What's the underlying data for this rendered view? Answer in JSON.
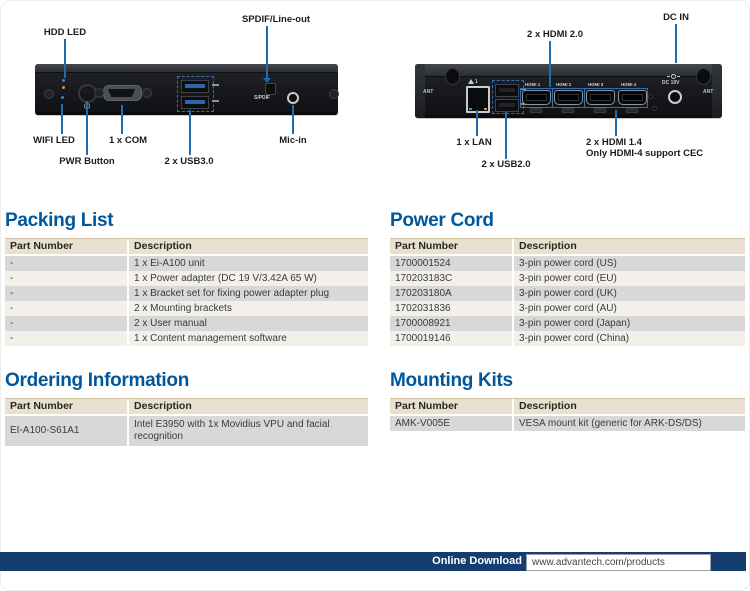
{
  "colors": {
    "title_blue": "#00579c",
    "callout_blue": "#1f6dae",
    "table_header_bg": "#e9e1d0",
    "row_gray": "#d8d8d8",
    "row_light": "#f2f0e9",
    "footer_navy": "#153e6f",
    "usb3_blue": "#2a66ad"
  },
  "front": {
    "callouts": {
      "hdd_led": "HDD LED",
      "spdif": "SPDIF/Line-out",
      "wifi_led": "WIFI LED",
      "com": "1 x COM",
      "pwr": "PWR Button",
      "usb3": "2 x USB3.0",
      "mic": "Mic-in"
    },
    "ports": {
      "spdif_text": "S/PDIF"
    }
  },
  "rear": {
    "callouts": {
      "hdmi20": "2 x HDMI 2.0",
      "dcin": "DC IN",
      "lan": "1 x LAN",
      "usb2": "2 x USB2.0",
      "hdmi14_line1": "2 x HDMI 1.4",
      "hdmi14_line2": "Only HDMI-4 support CEC"
    },
    "ports": {
      "ant_left": "ANT",
      "ant_right": "ANT",
      "lan_num": "1",
      "hdmi1": "HDMI 1",
      "hdmi2": "HDMI 2",
      "hdmi3": "HDMI 3",
      "hdmi4": "HDMI 4",
      "dc": "DC 19V"
    }
  },
  "sections": {
    "packing": {
      "title": "Packing List",
      "col_part": "Part Number",
      "col_desc": "Description",
      "rows": [
        {
          "part": "-",
          "desc": "1 x Ei-A100 unit"
        },
        {
          "part": "-",
          "desc": "1 x Power adapter (DC 19 V/3.42A 65 W)"
        },
        {
          "part": "-",
          "desc": "1 x Bracket set for fixing power adapter plug"
        },
        {
          "part": "-",
          "desc": "2 x Mounting brackets"
        },
        {
          "part": "-",
          "desc": "2 x User manual"
        },
        {
          "part": "-",
          "desc": "1 x Content management software"
        }
      ]
    },
    "power": {
      "title": "Power Cord",
      "col_part": "Part Number",
      "col_desc": "Description",
      "rows": [
        {
          "part": "1700001524",
          "desc": "3-pin power cord (US)"
        },
        {
          "part": "170203183C",
          "desc": "3-pin power cord (EU)"
        },
        {
          "part": "170203180A",
          "desc": "3-pin power cord (UK)"
        },
        {
          "part": "1702031836",
          "desc": "3-pin power cord (AU)"
        },
        {
          "part": "1700008921",
          "desc": "3-pin power cord (Japan)"
        },
        {
          "part": "1700019146",
          "desc": "3-pin power cord (China)"
        }
      ]
    },
    "ordering": {
      "title": "Ordering Information",
      "col_part": "Part Number",
      "col_desc": "Description",
      "rows": [
        {
          "part": "EI-A100-S61A1",
          "desc": "Intel E3950 with 1x Movidius VPU and facial recognition"
        }
      ]
    },
    "mounting": {
      "title": "Mounting Kits",
      "col_part": "Part Number",
      "col_desc": "Description",
      "rows": [
        {
          "part": "AMK-V005E",
          "desc": "VESA mount kit (generic for ARK-DS/DS)"
        }
      ]
    }
  },
  "footer": {
    "online_download": "Online Download",
    "url": "www.advantech.com/products"
  }
}
